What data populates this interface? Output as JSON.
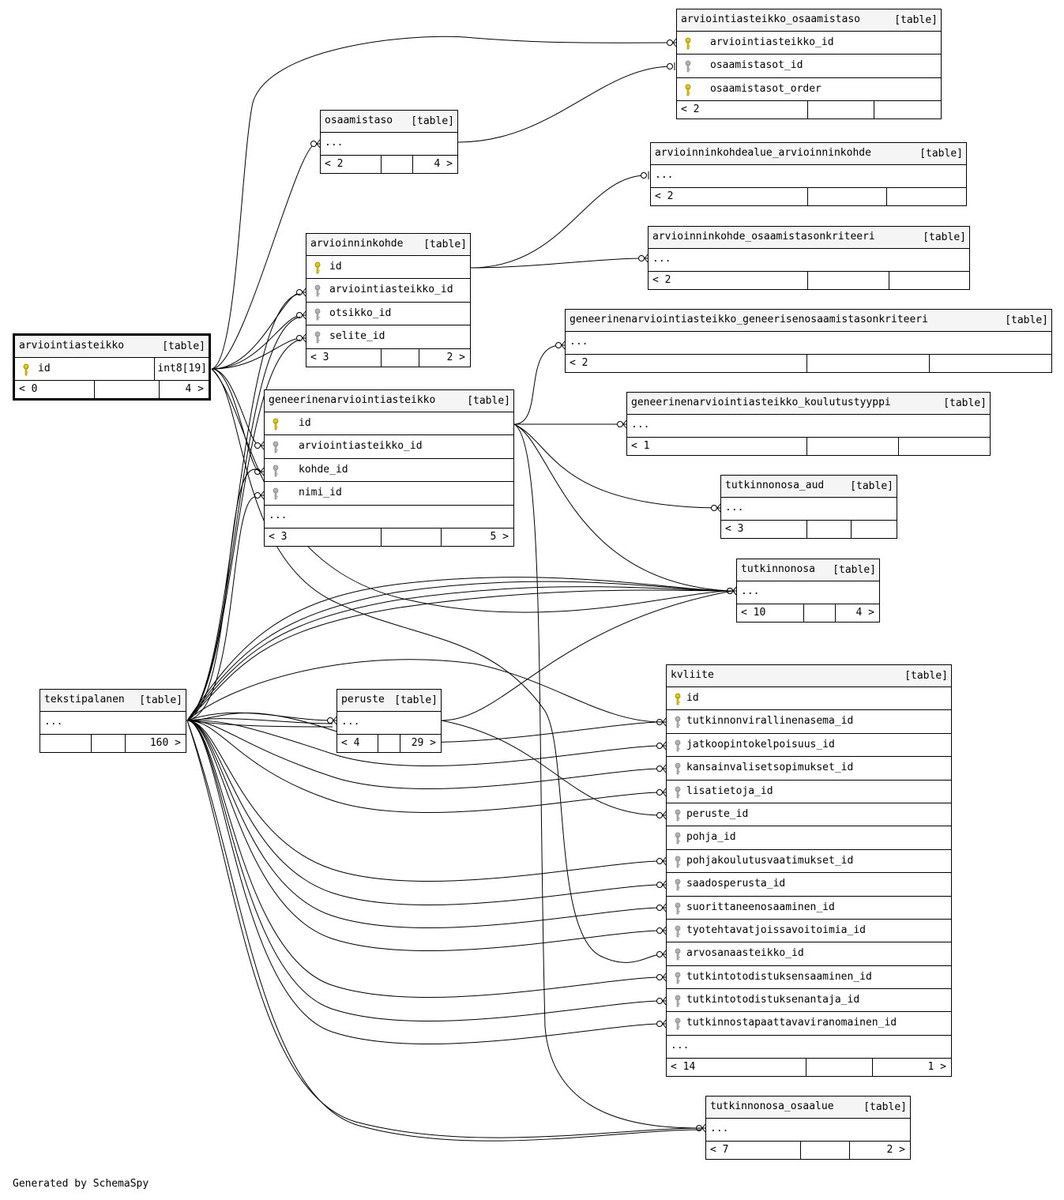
{
  "footer": "Generated by SchemaSpy",
  "tables": [
    {
      "key": "t_aos",
      "name": "arviointiasteikko_osaamistaso",
      "tag": "[table]",
      "columns": [
        {
          "name": "arviointiasteikko_id",
          "key": "pk"
        },
        {
          "name": "osaamistasot_id",
          "key": "fk"
        },
        {
          "name": "osaamistasot_order",
          "key": "pk"
        }
      ],
      "footer": {
        "left": "< 2",
        "right": ""
      }
    },
    {
      "key": "t_os",
      "name": "osaamistaso",
      "tag": "[table]",
      "columns": [
        {
          "name": "...",
          "key": "none"
        }
      ],
      "footer": {
        "left": "< 2",
        "right": "4 >"
      }
    },
    {
      "key": "t_aak",
      "name": "arvioinninkohdealue_arvioinninkohde",
      "tag": "[table]",
      "columns": [
        {
          "name": "...",
          "key": "none"
        }
      ],
      "footer": {
        "left": "< 2",
        "right": ""
      }
    },
    {
      "key": "t_ako",
      "name": "arvioinninkohde_osaamistasonkriteeri",
      "tag": "[table]",
      "columns": [
        {
          "name": "...",
          "key": "none"
        }
      ],
      "footer": {
        "left": "< 2",
        "right": ""
      }
    },
    {
      "key": "t_ak",
      "name": "arvioinninkohde",
      "tag": "[table]",
      "columns": [
        {
          "name": "id",
          "key": "pk"
        },
        {
          "name": "arviointiasteikko_id",
          "key": "fk"
        },
        {
          "name": "otsikko_id",
          "key": "fk"
        },
        {
          "name": "selite_id",
          "key": "fk"
        }
      ],
      "footer": {
        "left": "< 3",
        "right": "2 >"
      }
    },
    {
      "key": "t_ai",
      "name": "arviointiasteikko",
      "tag": "[table]",
      "columns": [
        {
          "name": "id",
          "key": "pk",
          "type": "int8[19]"
        }
      ],
      "footer": {
        "left": "< 0",
        "right": "4 >"
      }
    },
    {
      "key": "t_ggk",
      "name": "geneerinenarviointiasteikko_geneerisenosaamistasonkriteeri",
      "tag": "[table]",
      "columns": [
        {
          "name": "...",
          "key": "none"
        }
      ],
      "footer": {
        "left": "< 2",
        "right": ""
      }
    },
    {
      "key": "t_ga",
      "name": "geneerinenarviointiasteikko",
      "tag": "[table]",
      "columns": [
        {
          "name": "id",
          "key": "pk"
        },
        {
          "name": "arviointiasteikko_id",
          "key": "fk"
        },
        {
          "name": "kohde_id",
          "key": "fk"
        },
        {
          "name": "nimi_id",
          "key": "fk"
        },
        {
          "name": "...",
          "key": "none"
        }
      ],
      "footer": {
        "left": "< 3",
        "right": "5 >"
      }
    },
    {
      "key": "t_gkt",
      "name": "geneerinenarviointiasteikko_koulutustyyppi",
      "tag": "[table]",
      "columns": [
        {
          "name": "...",
          "key": "none"
        }
      ],
      "footer": {
        "left": "< 1",
        "right": ""
      }
    },
    {
      "key": "t_toa",
      "name": "tutkinnonosa_aud",
      "tag": "[table]",
      "columns": [
        {
          "name": "...",
          "key": "none"
        }
      ],
      "footer": {
        "left": "< 3",
        "right": ""
      }
    },
    {
      "key": "t_to",
      "name": "tutkinnonosa",
      "tag": "[table]",
      "columns": [
        {
          "name": "...",
          "key": "none"
        }
      ],
      "footer": {
        "left": "< 10",
        "right": "4 >"
      }
    },
    {
      "key": "t_tp",
      "name": "tekstipalanen",
      "tag": "[table]",
      "columns": [
        {
          "name": "...",
          "key": "none"
        }
      ],
      "footer": {
        "left": "",
        "right": "160 >"
      }
    },
    {
      "key": "t_pe",
      "name": "peruste",
      "tag": "[table]",
      "columns": [
        {
          "name": "...",
          "key": "none"
        }
      ],
      "footer": {
        "left": "< 4",
        "right": "29 >"
      }
    },
    {
      "key": "t_kv",
      "name": "kvliite",
      "tag": "[table]",
      "columns": [
        {
          "name": "id",
          "key": "pk"
        },
        {
          "name": "tutkinnonvirallinenasema_id",
          "key": "fk"
        },
        {
          "name": "jatkoopintokelpoisuus_id",
          "key": "fk"
        },
        {
          "name": "kansainvalisetsopimukset_id",
          "key": "fk"
        },
        {
          "name": "lisatietoja_id",
          "key": "fk"
        },
        {
          "name": "peruste_id",
          "key": "fk"
        },
        {
          "name": "pohja_id",
          "key": "fk"
        },
        {
          "name": "pohjakoulutusvaatimukset_id",
          "key": "fk"
        },
        {
          "name": "saadosperusta_id",
          "key": "fk"
        },
        {
          "name": "suorittaneenosaaminen_id",
          "key": "fk"
        },
        {
          "name": "tyotehtavatjoissavoitoimia_id",
          "key": "fk"
        },
        {
          "name": "arvosanaasteikko_id",
          "key": "fk"
        },
        {
          "name": "tutkintotodistuksensaaminen_id",
          "key": "fk"
        },
        {
          "name": "tutkintotodistuksenantaja_id",
          "key": "fk"
        },
        {
          "name": "tutkinnostapaattavaviranomainen_id",
          "key": "fk"
        },
        {
          "name": "...",
          "key": "none"
        }
      ],
      "footer": {
        "left": "< 14",
        "right": "1 >"
      }
    },
    {
      "key": "t_tooa",
      "name": "tutkinnonosa_osaalue",
      "tag": "[table]",
      "columns": [
        {
          "name": "...",
          "key": "none"
        }
      ],
      "footer": {
        "left": "< 7",
        "right": "2 >"
      }
    }
  ]
}
